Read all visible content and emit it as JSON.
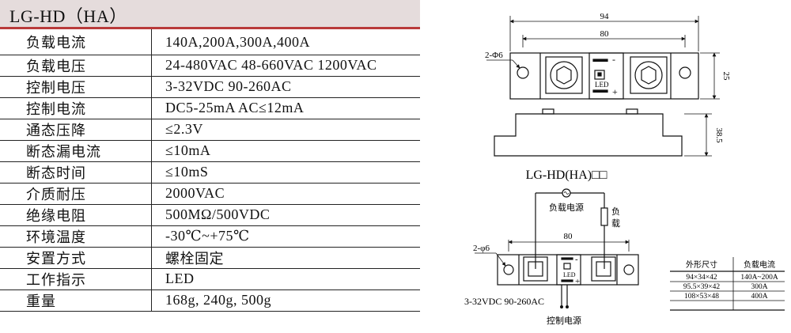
{
  "title": "LG-HD（HA）",
  "specs": [
    {
      "label": "负载电流",
      "value": "140A,200A,300A,400A"
    },
    {
      "label": "负载电压",
      "value": "24-480VAC  48-660VAC  1200VAC"
    },
    {
      "label": "控制电压",
      "value": "3-32VDC  90-260AC"
    },
    {
      "label": "控制电流",
      "value": "DC5-25mA  AC≤12mA"
    },
    {
      "label": "通态压降",
      "value": "≤2.3V"
    },
    {
      "label": "断态漏电流",
      "value": "≤10mA"
    },
    {
      "label": "断态时间",
      "value": "≤10mS"
    },
    {
      "label": "介质耐压",
      "value": "2000VAC"
    },
    {
      "label": "绝缘电阻",
      "value": "500MΩ/500VDC"
    },
    {
      "label": "环境温度",
      "value": "-30℃~+75℃"
    },
    {
      "label": "安置方式",
      "value": "螺栓固定"
    },
    {
      "label": "工作指示",
      "value": "LED"
    },
    {
      "label": "重量",
      "value": "168g, 240g, 500g"
    }
  ],
  "drawing": {
    "dim_94": "94",
    "dim_80_top": "80",
    "dim_25": "25",
    "dim_38_5": "38.5",
    "hole_top": "2-Φ6",
    "led_top": "LED",
    "minus": "-",
    "plus": "+",
    "model_caption": "LG-HD(HA)□□",
    "load_power": "负载电源",
    "load_a": "负",
    "load_b": "载",
    "dim_80_bottom": "80",
    "hole_bottom": "2-φ6",
    "led_bottom": "LED",
    "control_voltage": "3-32VDC  90-260AC",
    "control_power": "控制电源"
  },
  "size_table": {
    "headers": [
      "外形尺寸",
      "负载电流"
    ],
    "rows": [
      [
        "94×34×42",
        "140A~200A"
      ],
      [
        "95.5×39×42",
        "300A"
      ],
      [
        "108×53×48",
        "400A"
      ]
    ]
  }
}
